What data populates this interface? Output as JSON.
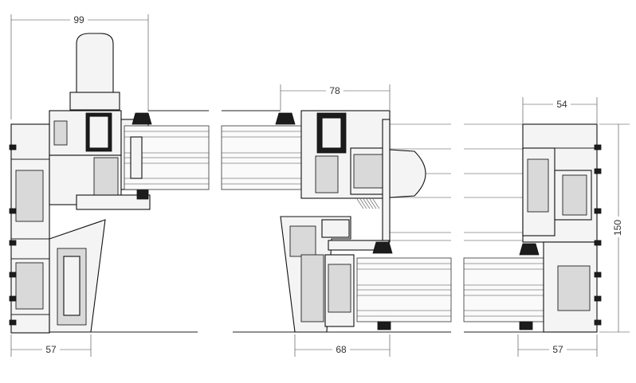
{
  "dimensions": {
    "left_top": "99",
    "left_bottom": "57",
    "middle_top": "78",
    "middle_bottom": "68",
    "right_top": "54",
    "right_bottom": "57",
    "right_side": "150"
  }
}
